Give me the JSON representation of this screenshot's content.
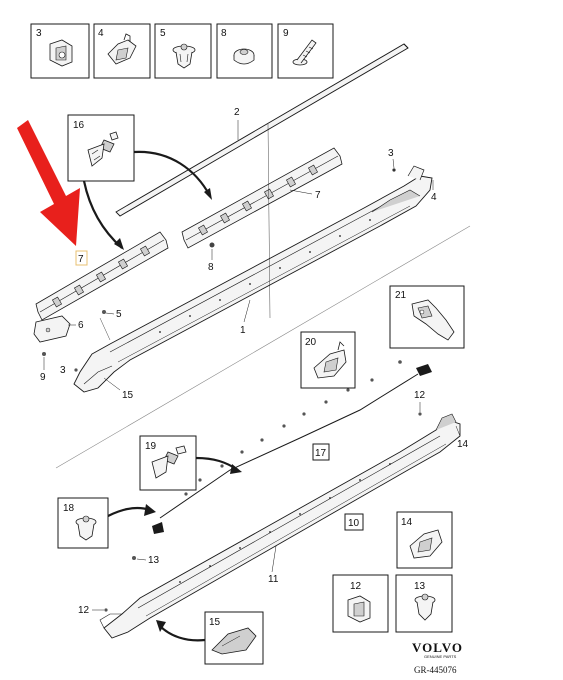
{
  "inset_labels": {
    "p3": "3",
    "p4": "4",
    "p5": "5",
    "p8": "8",
    "p9": "9",
    "p16": "16",
    "p21": "21",
    "p20": "20",
    "p19": "19",
    "p18": "18",
    "p14": "14",
    "p12": "12",
    "p13": "13",
    "p15": "15"
  },
  "callouts": {
    "c2": "2",
    "c7a": "7",
    "c7b": "7",
    "c8": "8",
    "c3a": "3",
    "c4": "4",
    "c5": "5",
    "c6": "6",
    "c9": "9",
    "c3b": "3",
    "c15": "15",
    "c1": "1",
    "c12a": "12",
    "c14": "14",
    "c17": "17",
    "c10": "10",
    "c13": "13",
    "c11": "11",
    "c12b": "12"
  },
  "footer": {
    "brand": "VOLVO",
    "brand_sub": "GENUINE PARTS",
    "code": "GR-445076"
  },
  "colors": {
    "line": "#1a1a1a",
    "part_fill": "#f4f4f4",
    "part_shade": "#cfcfcf",
    "accent_arrow": "#e8201c",
    "highlight_box": "#e8c070"
  }
}
